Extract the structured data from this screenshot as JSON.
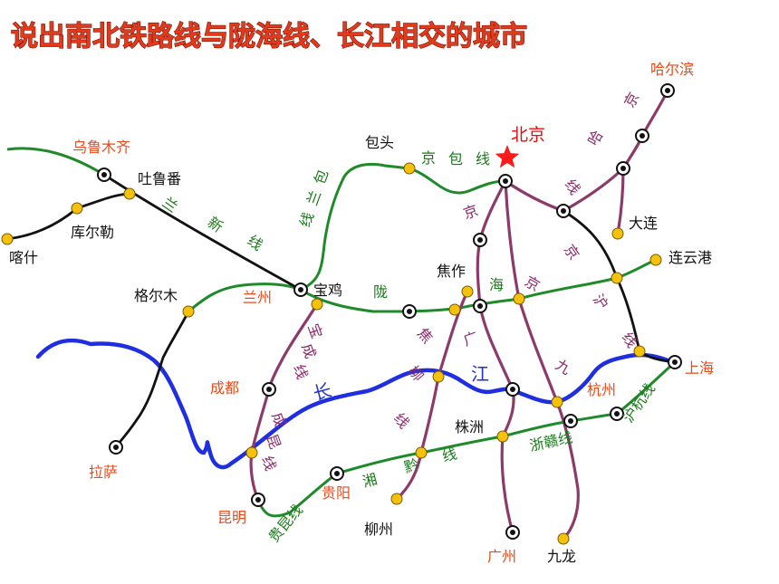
{
  "title": "说出南北铁路线与陇海线、长江相交的城市",
  "colors": {
    "title": "#e23a1c",
    "green_rail": "#1f8a2a",
    "purple_rail": "#8b3a6a",
    "black_rail": "#111111",
    "river": "#1f2ee0",
    "station": "#f4c20d",
    "capital_star": "#ff1a1a"
  },
  "cities": {
    "urumqi": "乌鲁木齐",
    "turpan": "吐鲁番",
    "korla": "库尔勒",
    "kashgar": "喀什",
    "golmud": "格尔木",
    "lhasa": "拉萨",
    "lanzhou": "兰州",
    "baoji": "宝鸡",
    "baotou": "包头",
    "beijing": "北京",
    "harbin": "哈尔滨",
    "dalian": "大连",
    "lianyungang": "连云港",
    "jiaozuo": "焦作",
    "chengdu": "成都",
    "kunming": "昆明",
    "guiyang": "贵阳",
    "liuzhou": "柳州",
    "zhuzhou": "株洲",
    "guangzhou": "广州",
    "kowloon": "九龙",
    "hangzhou": "杭州",
    "shanghai": "上海"
  },
  "rail_line_chars": {
    "lanxin": [
      "兰",
      "新",
      "线"
    ],
    "baolan": [
      "包",
      "兰",
      "线"
    ],
    "jingbao": [
      "京",
      "包",
      "线"
    ],
    "jingha": [
      "京",
      "哈",
      "线"
    ],
    "jinghu": [
      "京",
      "沪",
      "线"
    ],
    "longhai": [
      "陇",
      "海"
    ],
    "jingguang": [
      "京",
      "广"
    ],
    "jingjiu": [
      "京",
      "九"
    ],
    "jiaoliu": [
      "焦",
      "柳",
      "线"
    ],
    "baocheng": [
      "宝",
      "成",
      "线"
    ],
    "chengkun": [
      "成",
      "昆",
      "线"
    ],
    "xiangqian": [
      "湘",
      "黔",
      "线"
    ],
    "guikun": "贵昆线",
    "zhegan": "浙赣线",
    "huhang": "沪杭线"
  },
  "river_chars": [
    "长",
    "江"
  ]
}
